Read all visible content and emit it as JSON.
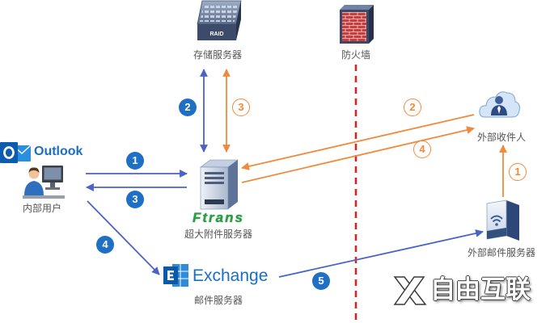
{
  "storage_server": {
    "label": "存储服务器",
    "badge": "RAID",
    "icon": "raid-storage-icon"
  },
  "firewall": {
    "label": "防火墙",
    "icon": "firewall-icon"
  },
  "outlook": {
    "logo_text": "Outlook",
    "icon": "outlook-logo-icon"
  },
  "internal_user": {
    "label": "内部用户",
    "icon": "user-at-computer-icon"
  },
  "attachment_server": {
    "logo_text": "Ftrans",
    "label": "超大附件服务器",
    "icon": "tower-server-icon"
  },
  "exchange": {
    "logo_text": "Exchange",
    "label": "邮件服务器",
    "icon": "exchange-logo-icon"
  },
  "external_recipient": {
    "label": "外部收件人",
    "icon": "cloud-user-icon"
  },
  "external_mail_server": {
    "label": "外部邮件服务器",
    "icon": "mail-server-icon"
  },
  "internal_flow": {
    "steps": {
      "outlook_to_server": "1",
      "server_storage": "2",
      "server_to_outlook": "3",
      "user_to_exchange": "4",
      "exchange_to_external": "5"
    }
  },
  "external_flow": {
    "steps": {
      "mailserver_to_recipient": "1",
      "recipient_to_server": "2",
      "server_storage": "3",
      "server_to_recipient": "4"
    }
  },
  "watermark": {
    "text": "自由互联",
    "icon": "x-logo-icon"
  },
  "colors": {
    "internal_badge": "#1f6fc5",
    "internal_arrow": "#4b63c6",
    "external": "#f08a3c",
    "boundary": "#e0201f",
    "brand_blue": "#1a6fc4",
    "ftrans_green": "#22a33f",
    "label_text": "#555555"
  }
}
